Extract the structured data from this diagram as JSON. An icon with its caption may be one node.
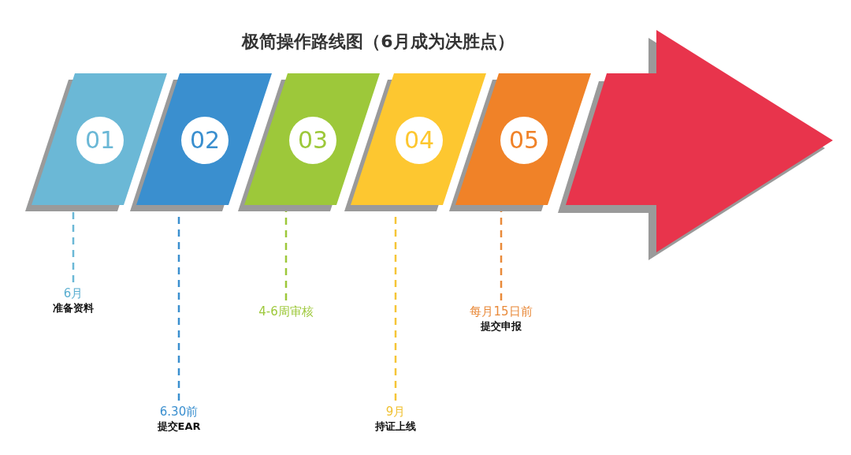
{
  "diagram": {
    "title": "极简操作路线图（6月成为决胜点）",
    "nodes": [
      {
        "text": [
          "01"
        ]
      },
      {
        "text": [
          "02"
        ]
      },
      {
        "text": [
          "03"
        ]
      },
      {
        "text": [
          "04"
        ]
      },
      {
        "text": [
          "05"
        ]
      },
      {
        "text": [],
        "shape": "arrow"
      },
      {
        "text": [
          "6月",
          "准备资料"
        ]
      },
      {
        "text": [
          "6.30前",
          "提交EAR"
        ]
      },
      {
        "text": [
          "4-6周审核"
        ]
      },
      {
        "text": [
          "9月",
          "持证上线"
        ]
      },
      {
        "text": [
          "每月15日前",
          "提交申报"
        ]
      }
    ],
    "edges": [
      {
        "from": 6,
        "to": 0,
        "arrow": "none",
        "style": "dashed",
        "color": "#6bb8d6"
      },
      {
        "from": 7,
        "to": 1,
        "arrow": "none",
        "style": "dashed",
        "color": "#3a8fcf"
      },
      {
        "from": 8,
        "to": 2,
        "arrow": "none",
        "style": "dashed",
        "color": "#9dc83a"
      },
      {
        "from": 9,
        "to": 3,
        "arrow": "none",
        "style": "dashed",
        "color": "#f5c537"
      },
      {
        "from": 10,
        "to": 4,
        "arrow": "none",
        "style": "dashed",
        "color": "#e98a3a"
      }
    ]
  }
}
